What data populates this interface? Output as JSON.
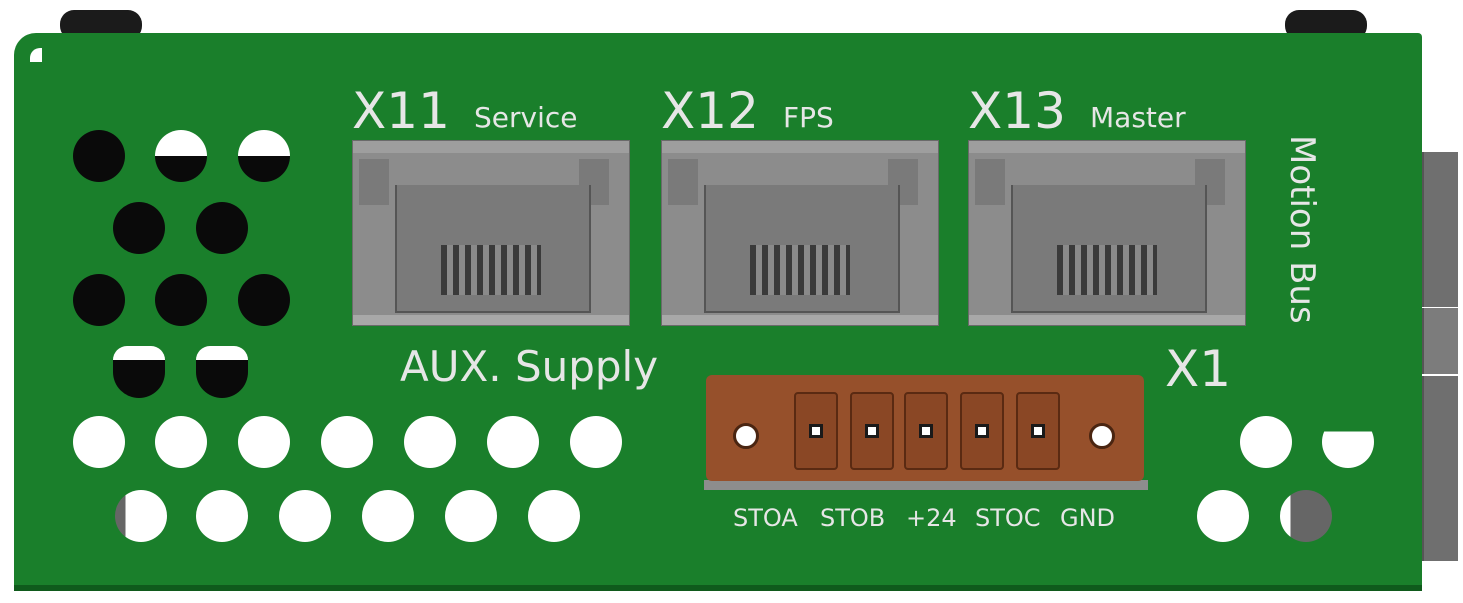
{
  "board": {
    "ports": [
      {
        "id": "X11",
        "name": "Service"
      },
      {
        "id": "X12",
        "name": "FPS"
      },
      {
        "id": "X13",
        "name": "Master"
      }
    ],
    "vertical_label": "Motion Bus",
    "aux_label": "AUX. Supply",
    "connector_id": "X1",
    "pins": [
      "STOA",
      "STOB",
      "+24",
      "STOC",
      "GND"
    ]
  },
  "colors": {
    "pcb": "#1a7f2b",
    "connector": "#96502b",
    "text": "#e6e6e6"
  }
}
